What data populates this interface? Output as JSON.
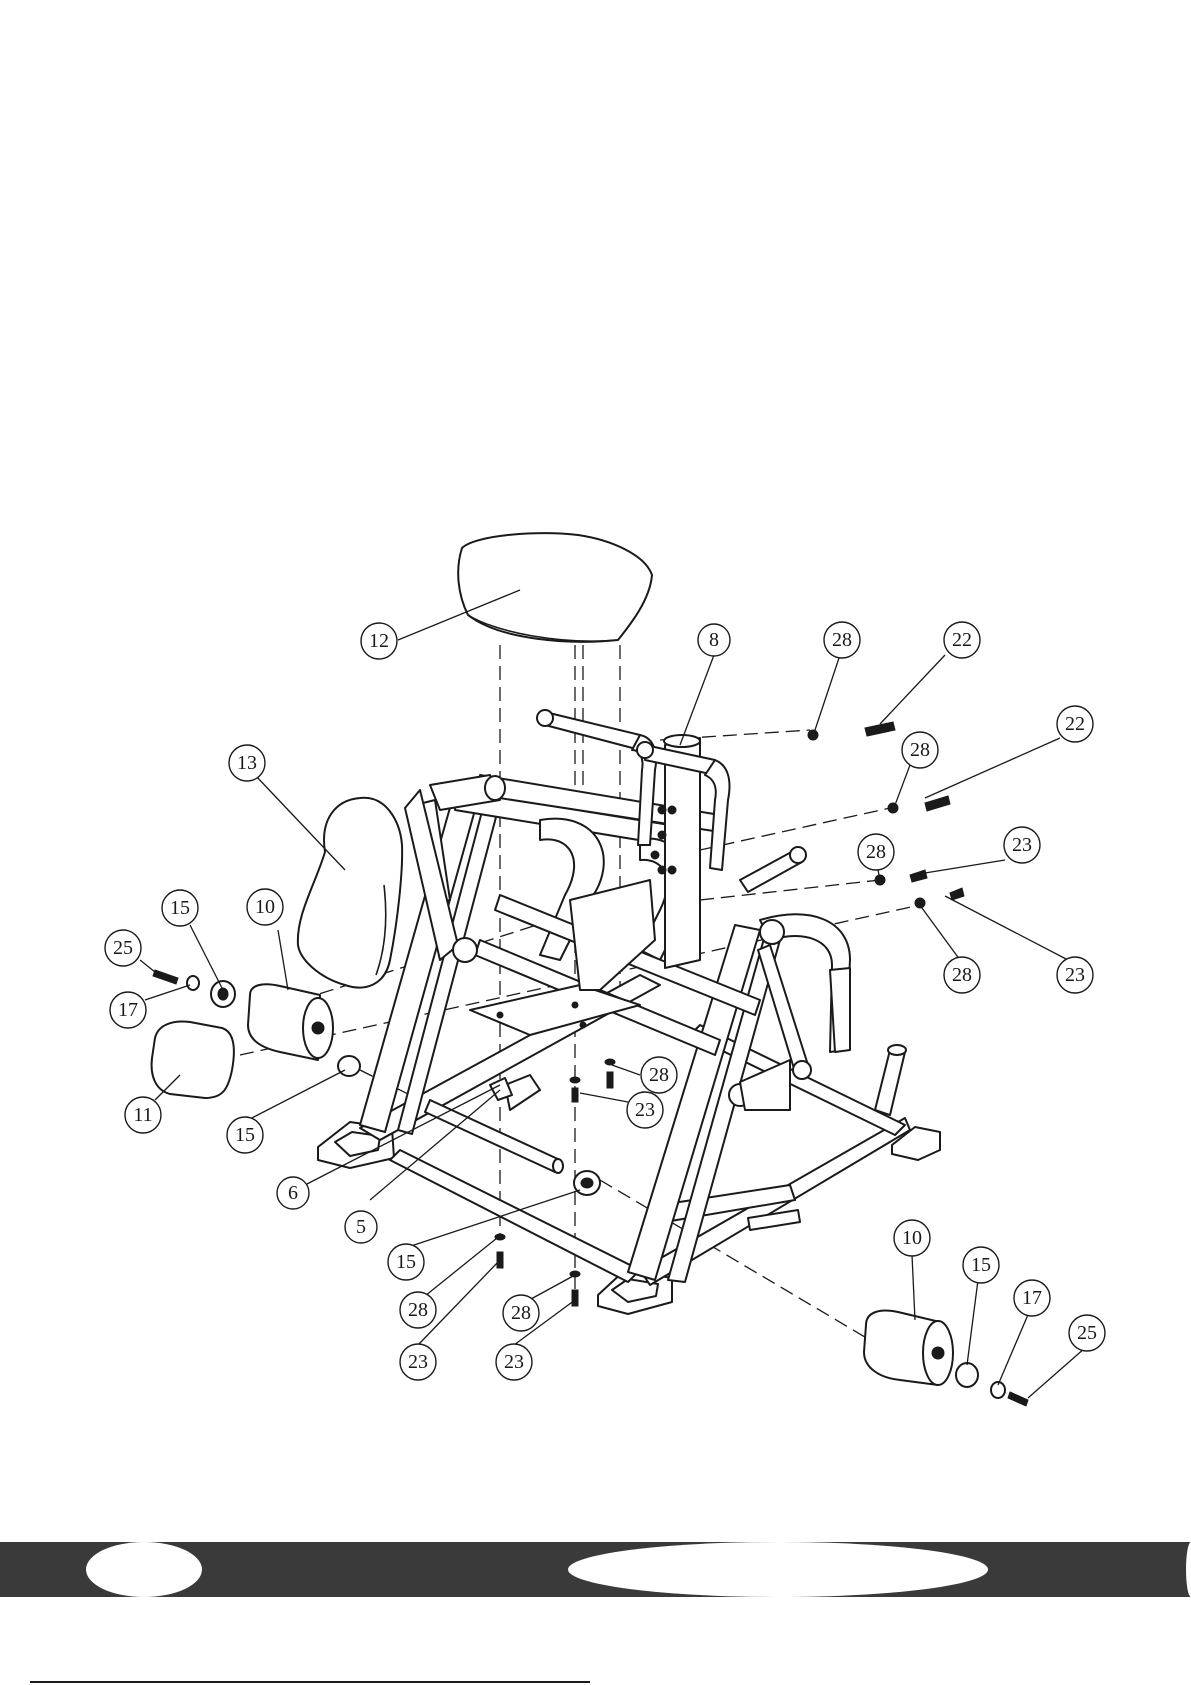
{
  "diagram": {
    "type": "exploded-assembly",
    "colors": {
      "ink": "#1a1a1a",
      "band": "#3a3a3a",
      "paper": "#ffffff"
    },
    "callouts": [
      {
        "id": "c12",
        "label": "12"
      },
      {
        "id": "c8",
        "label": "8"
      },
      {
        "id": "c28a",
        "label": "28"
      },
      {
        "id": "c22a",
        "label": "22"
      },
      {
        "id": "c22b",
        "label": "22"
      },
      {
        "id": "c28b",
        "label": "28"
      },
      {
        "id": "c13",
        "label": "13"
      },
      {
        "id": "c28c",
        "label": "28"
      },
      {
        "id": "c23a",
        "label": "23"
      },
      {
        "id": "c15a",
        "label": "15"
      },
      {
        "id": "c10a",
        "label": "10"
      },
      {
        "id": "c25a",
        "label": "25"
      },
      {
        "id": "c17a",
        "label": "17"
      },
      {
        "id": "c28d",
        "label": "28"
      },
      {
        "id": "c23b",
        "label": "23"
      },
      {
        "id": "c11",
        "label": "11"
      },
      {
        "id": "c28e",
        "label": "28"
      },
      {
        "id": "c23c",
        "label": "23"
      },
      {
        "id": "c15b",
        "label": "15"
      },
      {
        "id": "c6",
        "label": "6"
      },
      {
        "id": "c5",
        "label": "5"
      },
      {
        "id": "c15c",
        "label": "15"
      },
      {
        "id": "c28f",
        "label": "28"
      },
      {
        "id": "c23d",
        "label": "23"
      },
      {
        "id": "c28g",
        "label": "28"
      },
      {
        "id": "c23e",
        "label": "23"
      },
      {
        "id": "c10b",
        "label": "10"
      },
      {
        "id": "c15d",
        "label": "15"
      },
      {
        "id": "c17b",
        "label": "17"
      },
      {
        "id": "c25b",
        "label": "25"
      }
    ]
  }
}
